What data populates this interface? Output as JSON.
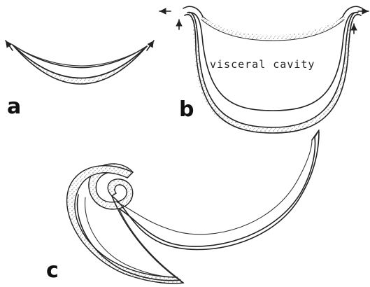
{
  "figure": {
    "panels": [
      {
        "id": "a",
        "letter": "a"
      },
      {
        "id": "b",
        "letter": "b",
        "inner_label": "visceral cavity"
      },
      {
        "id": "c",
        "letter": "c"
      }
    ]
  }
}
